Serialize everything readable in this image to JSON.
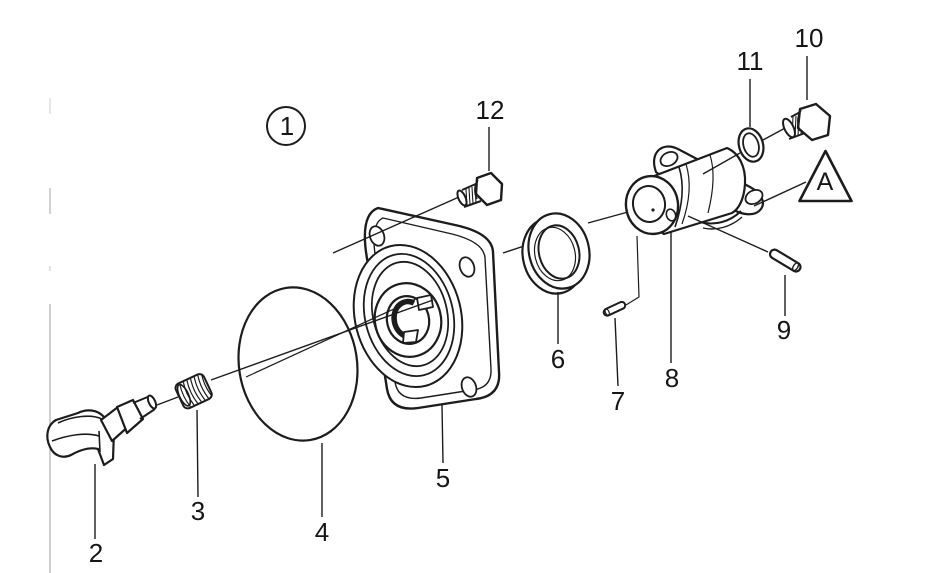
{
  "colors": {
    "ink": "#1c1c1c",
    "background": "#ffffff"
  },
  "figure": {
    "assembly_callout": "1",
    "detail_marker": "A",
    "part_callouts": [
      "2",
      "3",
      "4",
      "5",
      "6",
      "7",
      "8",
      "9",
      "10",
      "11",
      "12"
    ]
  }
}
